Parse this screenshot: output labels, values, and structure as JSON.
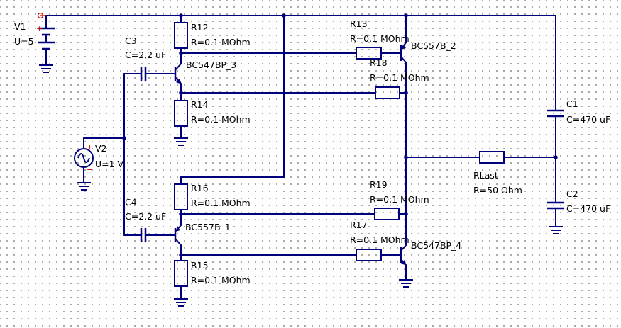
{
  "V1": {
    "name": "V1",
    "value": "U=5"
  },
  "V2": {
    "name": "V2",
    "value": "U=1 V"
  },
  "C1": {
    "name": "C1",
    "value": "C=470 uF"
  },
  "C2": {
    "name": "C2",
    "value": "C=470 uF"
  },
  "C3": {
    "name": "C3",
    "value": "C=2,2 uF"
  },
  "C4": {
    "name": "C4",
    "value": "C=2,2 uF"
  },
  "R12": {
    "name": "R12",
    "value": "R=0.1 MOhm"
  },
  "R13": {
    "name": "R13",
    "value": "R=0.1 MOhm"
  },
  "R14": {
    "name": "R14",
    "value": "R=0.1 MOhm"
  },
  "R15": {
    "name": "R15",
    "value": "R=0.1 MOhm"
  },
  "R16": {
    "name": "R16",
    "value": "R=0.1 MOhm"
  },
  "R17": {
    "name": "R17",
    "value": "R=0.1 MOhm"
  },
  "R18": {
    "name": "R18",
    "value": "R=0.1 MOhm"
  },
  "R19": {
    "name": "R19",
    "value": "R=0.1 MOhm"
  },
  "RLast": {
    "name": "RLast",
    "value": "R=50 Ohm"
  },
  "Q1": {
    "name": "BC557B_1"
  },
  "Q2": {
    "name": "BC557B_2"
  },
  "Q3": {
    "name": "BC547BP_3"
  },
  "Q4": {
    "name": "BC547BP_4"
  },
  "polarity": {
    "plus": "+",
    "minus": "−"
  },
  "colors": {
    "wire": "#00007f",
    "grid_dot": "#9a9a9a",
    "polarity": "#cc0000",
    "label": "#000000",
    "background": "#ffffff"
  }
}
